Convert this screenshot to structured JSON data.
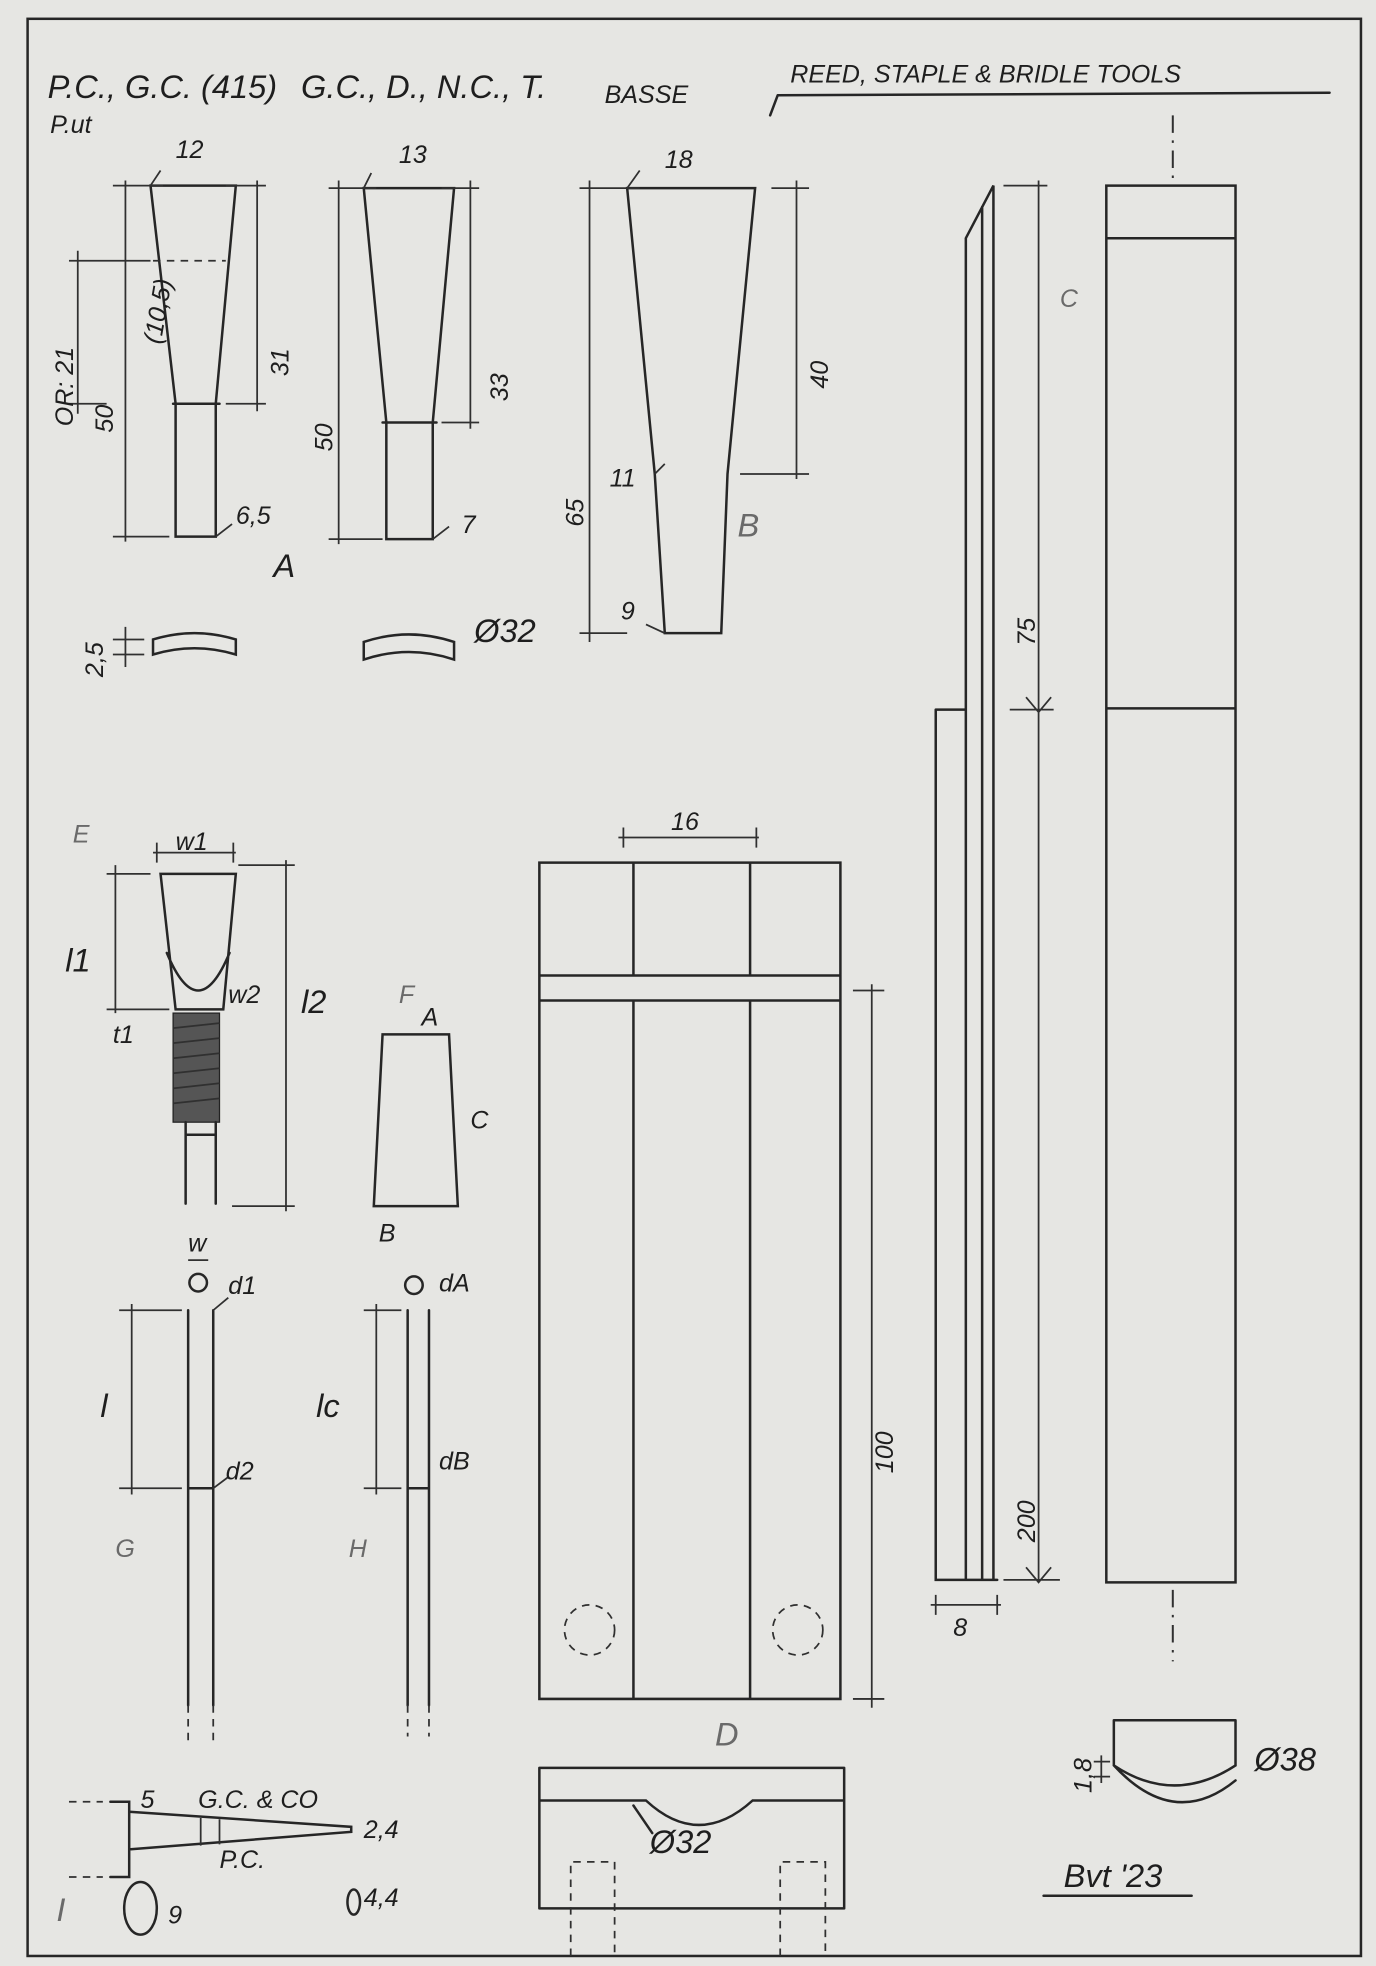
{
  "title": "REED, STAPLE & BRIDLE TOOLS",
  "headers": {
    "col1": "P.C., G.C. (415)",
    "col1_sub": "P.ut",
    "col2": "G.C., D., N.C., T.",
    "col3": "BASSE"
  },
  "part_a": {
    "label": "A",
    "pc": {
      "top": "12",
      "mid": "(10,5)",
      "taper": "31",
      "or": "OR: 21",
      "length": "50",
      "bottom": "6,5"
    },
    "gc": {
      "top": "13",
      "length": "50",
      "taper": "33",
      "bottom": "7"
    },
    "thickness": "2,5",
    "diameter": "Ø32"
  },
  "part_b": {
    "label": "B",
    "top": "18",
    "taper": "40",
    "mid": "11",
    "length": "65",
    "bottom": "9"
  },
  "part_c": {
    "label": "C",
    "upper": "75",
    "length": "200",
    "width": "8"
  },
  "part_d": {
    "label": "D",
    "spacing": "16",
    "length": "100",
    "diameter": "Ø32"
  },
  "part_e": {
    "label": "E",
    "w1": "w1",
    "w2": "w2",
    "l1": "l1",
    "l2": "l2",
    "t1": "t1"
  },
  "part_f": {
    "label": "F",
    "a": "A",
    "b": "B",
    "c": "C"
  },
  "part_g": {
    "label": "G",
    "w": "w",
    "d1": "d1",
    "d2": "d2",
    "l": "l"
  },
  "part_h": {
    "label": "H",
    "da": "dA",
    "db": "dB",
    "lc": "lc"
  },
  "part_i": {
    "label": "I",
    "end": "5",
    "gc": "G.C. & CO",
    "pc": "P.C.",
    "tip": "2,4",
    "d_large": "9",
    "d_small": "4,4"
  },
  "bridle": {
    "thickness": "1,8",
    "diameter": "Ø38"
  },
  "signature": "Bvt '23"
}
